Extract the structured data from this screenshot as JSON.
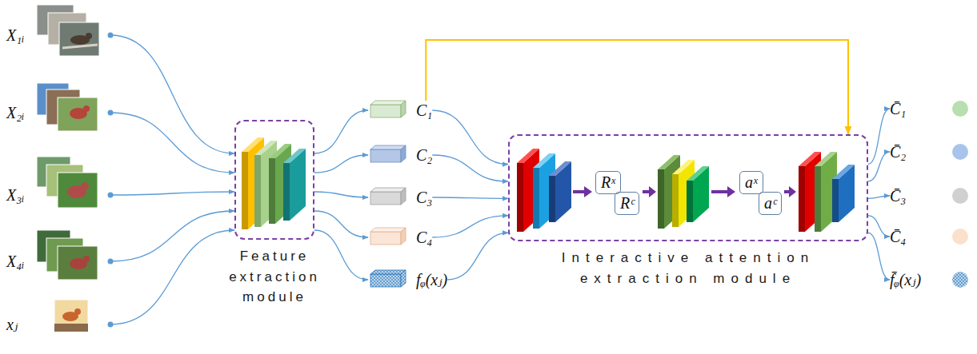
{
  "diagram": {
    "nodes": [
      {
        "text": [
          "X₁ᵢ"
        ]
      },
      {
        "text": [
          "X₂ᵢ"
        ]
      },
      {
        "text": [
          "X₃ᵢ"
        ]
      },
      {
        "text": [
          "X₄ᵢ"
        ]
      },
      {
        "text": [
          "xⱼ"
        ]
      },
      {
        "text": [
          "Feature extraction module"
        ]
      },
      {
        "text": [
          "C₁"
        ]
      },
      {
        "text": [
          "C₂"
        ]
      },
      {
        "text": [
          "C₃"
        ]
      },
      {
        "text": [
          "C₄"
        ]
      },
      {
        "text": [
          "fᵩ(xⱼ)"
        ]
      },
      {
        "text": [
          "Interactive attention extraction module"
        ]
      },
      {
        "text": [
          "Rˣ"
        ],
        "in": 11
      },
      {
        "text": [
          "Rᶜ"
        ],
        "in": 11
      },
      {
        "text": [
          "aˣ"
        ],
        "in": 11
      },
      {
        "text": [
          "aᶜ"
        ],
        "in": 11
      },
      {
        "text": [
          "C̄₁"
        ]
      },
      {
        "text": [
          "C̄₂"
        ]
      },
      {
        "text": [
          "C̄₃"
        ]
      },
      {
        "text": [
          "C̄₄"
        ]
      },
      {
        "text": [
          "f̄ᵩ(xⱼ)"
        ]
      }
    ],
    "edges": [
      {
        "from": 0,
        "to": 5,
        "arrow": "to"
      },
      {
        "from": 1,
        "to": 5,
        "arrow": "to"
      },
      {
        "from": 2,
        "to": 5,
        "arrow": "to"
      },
      {
        "from": 3,
        "to": 5,
        "arrow": "to"
      },
      {
        "from": 4,
        "to": 5,
        "arrow": "to"
      },
      {
        "from": 5,
        "to": 6,
        "arrow": "to"
      },
      {
        "from": 5,
        "to": 7,
        "arrow": "to"
      },
      {
        "from": 5,
        "to": 8,
        "arrow": "to"
      },
      {
        "from": 5,
        "to": 9,
        "arrow": "to"
      },
      {
        "from": 5,
        "to": 10,
        "arrow": "to"
      },
      {
        "from": 6,
        "to": 11,
        "arrow": "to"
      },
      {
        "from": 7,
        "to": 11,
        "arrow": "to"
      },
      {
        "from": 8,
        "to": 11,
        "arrow": "to"
      },
      {
        "from": 9,
        "to": 11,
        "arrow": "to"
      },
      {
        "from": 10,
        "to": 11,
        "arrow": "to"
      },
      {
        "from": 6,
        "to": 11,
        "arrow": "to"
      },
      {
        "from": 11,
        "to": 16,
        "arrow": "to"
      },
      {
        "from": 11,
        "to": 17,
        "arrow": "to"
      },
      {
        "from": 11,
        "to": 18,
        "arrow": "to"
      },
      {
        "from": 11,
        "to": 19,
        "arrow": "to"
      },
      {
        "from": 11,
        "to": 20,
        "arrow": "to"
      }
    ]
  }
}
